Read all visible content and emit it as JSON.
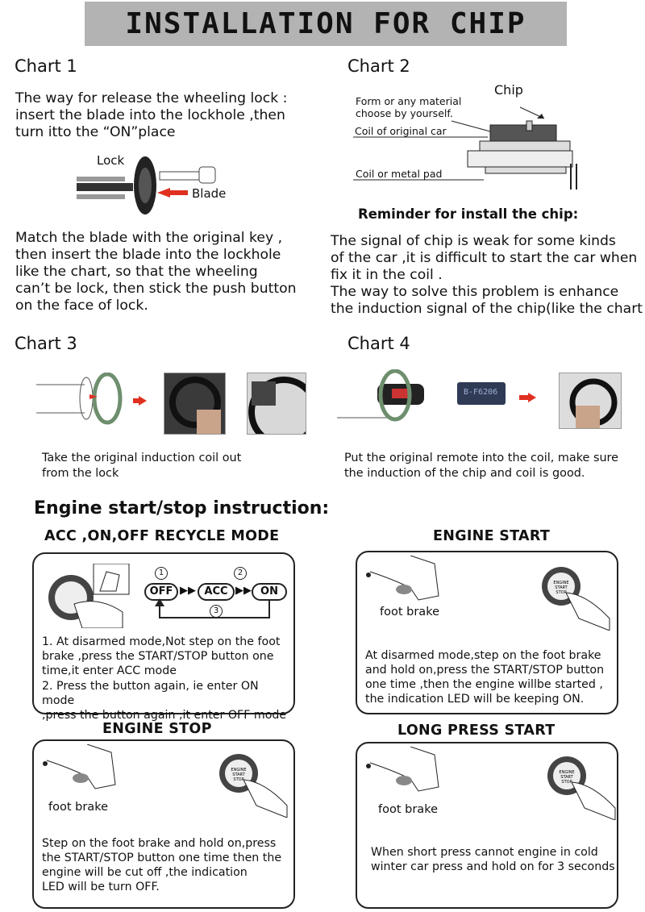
{
  "title": "INSTALLATION FOR CHIP",
  "chart1": {
    "label": "Chart  1",
    "text1": "The way for release the wheeling lock :\ninsert the blade into the lockhole ,then\nturn  itto the “ON”place",
    "lock_label": "Lock",
    "blade_label": "Blade",
    "text2": "Match the blade with the original key ,\nthen insert the blade into the lockhole\nlike the chart, so that the wheeling\ncan’t be lock, then stick the push button\non the face of lock."
  },
  "chart2": {
    "label": "Chart  2",
    "chip_label": "Chip",
    "material_label": "Form or any material\nchoose by yourself.",
    "coil_label": "Coil of original car",
    "pad_label": "Coil or metal pad",
    "reminder": "Reminder for install the chip:",
    "text": "The signal of chip is weak for some kinds\nof the car ,it is difficult to start the car when\nfix it in the coil .\nThe way to solve this problem is enhance\nthe induction signal of the chip(like the chart"
  },
  "chart3": {
    "label": "Chart  3",
    "caption": "Take the original induction coil  out\n from the lock"
  },
  "chart4": {
    "label": "Chart  4",
    "chip_text": "B-F6206",
    "caption": "Put the original remote into the coil, make sure\nthe induction of the chip and coil is good."
  },
  "engine": {
    "heading": "Engine start/stop  instruction:",
    "acc": {
      "heading": "ACC ,ON,OFF RECYCLE MODE",
      "off": "OFF",
      "acc": "ACC",
      "on": "ON",
      "n1": "1",
      "n2": "2",
      "n3": "3",
      "text1": "1. At disarmed mode,Not step on the foot\nbrake ,press the START/STOP button one\n time,it enter ACC mode",
      "text2": "2. Press the button again, ie enter ON mode\n,press the button again ,it enter OFF mode"
    },
    "start": {
      "heading": "ENGINE START",
      "foot": "foot brake",
      "text": "   At disarmed mode,step on the foot brake\nand hold on,press the START/STOP button\none time ,then the engine willbe started ,\nthe indication LED will be keeping ON."
    },
    "stop": {
      "heading": "ENGINE STOP",
      "foot": "foot brake",
      "text": " Step on the foot brake and hold on,press\nthe START/STOP button one time then the\n engine will be cut off  ,the indication\n LED will be turn OFF."
    },
    "long": {
      "heading": "LONG PRESS START",
      "foot": "foot brake",
      "text": "When short press cannot engine in cold\nwinter car press and hold on for 3 seconds"
    },
    "button_text": "ENGINE\nSTART\nSTOP"
  }
}
